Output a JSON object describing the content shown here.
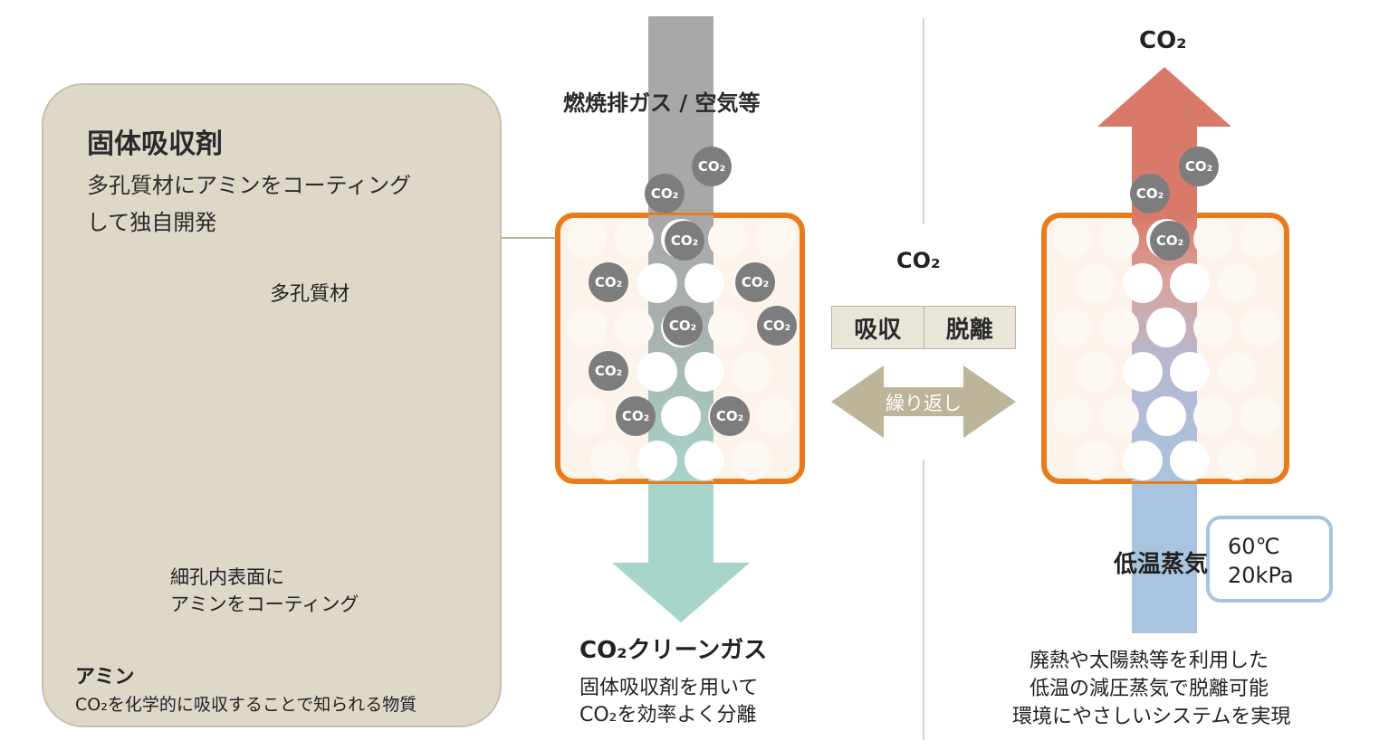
{
  "panel": {
    "title": "固体吸収剤",
    "desc_line1": "多孔質材にアミンをコーティング",
    "desc_line2": "して独自開発",
    "porous_label": "多孔質材",
    "pore_label_line1": "細孔内表面に",
    "pore_label_line2": "アミンをコーティング",
    "amine_title": "アミン",
    "amine_desc": "CO₂を化学的に吸収することで知られる物質"
  },
  "absorption": {
    "inlet_label": "燃焼排ガス / 空気等",
    "outlet_title": "CO₂クリーンガス",
    "outlet_desc_line1": "固体吸収剤を用いて",
    "outlet_desc_line2": "CO₂を効率よく分離"
  },
  "cycle": {
    "co2_label": "CO₂",
    "absorb_label": "吸収",
    "desorb_label": "脱離",
    "repeat_label": "繰り返し"
  },
  "desorption": {
    "top_co2_label": "CO₂",
    "steam_label": "低温蒸気",
    "temperature": "60℃",
    "pressure": "20kPa",
    "desc_line1": "廃熱や太陽熱等を利用した",
    "desc_line2": "低温の減圧蒸気で脱離可能",
    "desc_line3": "環境にやさしいシステムを実現"
  },
  "molecule_label": "CO₂",
  "colors": {
    "panel_bg": "#ddd8c8",
    "reactor_border": "#e97b1c",
    "flue_gas": "#a8a8a8",
    "clean_gas": "#a7d4cb",
    "co2_out": "#d9796a",
    "steam": "#a9c4df",
    "molecule": "#7d7d7d",
    "cycle_arrow": "#bcb59a"
  }
}
